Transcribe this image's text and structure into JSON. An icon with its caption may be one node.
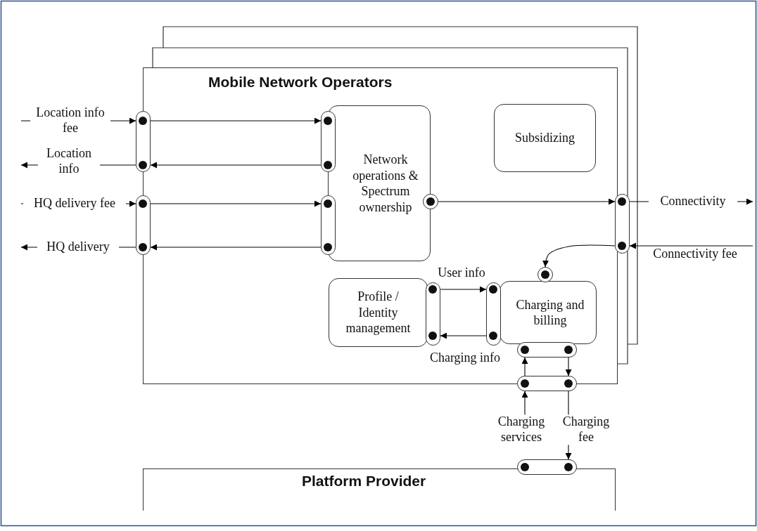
{
  "diagram": {
    "nodes": [
      {
        "text": [
          "Mobile Network Operators"
        ]
      },
      {
        "text": [
          "Network operations & Spectrum ownership"
        ],
        "in": 0
      },
      {
        "text": [
          "Subsidizing"
        ],
        "in": 0
      },
      {
        "text": [
          "Profile / Identity management"
        ],
        "in": 0
      },
      {
        "text": [
          "Charging and billing"
        ],
        "in": 0
      },
      {
        "text": [],
        "shape": "bar"
      },
      {
        "text": [],
        "shape": "bar"
      },
      {
        "text": [],
        "shape": "bar",
        "in": 0
      },
      {
        "text": [],
        "shape": "bar",
        "in": 0
      },
      {
        "text": [],
        "shape": "circle",
        "in": 0
      },
      {
        "text": [],
        "shape": "bar"
      },
      {
        "text": [],
        "shape": "circle",
        "in": 0
      },
      {
        "text": [],
        "shape": "bar",
        "in": 0
      },
      {
        "text": [],
        "shape": "bar",
        "in": 0
      },
      {
        "text": [],
        "shape": "bar",
        "in": 0
      },
      {
        "text": [],
        "shape": "bar"
      },
      {
        "text": [
          "Platform Provider"
        ]
      },
      {
        "text": [],
        "shape": "bar"
      }
    ],
    "edges": [
      {
        "from": null,
        "to": 5,
        "arrow": "to",
        "label": "Location info fee"
      },
      {
        "from": 5,
        "to": 7,
        "arrow": "to"
      },
      {
        "from": 7,
        "to": 5,
        "arrow": "to"
      },
      {
        "from": 5,
        "to": null,
        "arrow": "to",
        "label": "Location info"
      },
      {
        "from": null,
        "to": 6,
        "arrow": "to",
        "label": "HQ delivery fee"
      },
      {
        "from": 6,
        "to": 8,
        "arrow": "to"
      },
      {
        "from": 8,
        "to": 6,
        "arrow": "to"
      },
      {
        "from": 6,
        "to": null,
        "arrow": "to",
        "label": "HQ delivery"
      },
      {
        "from": 9,
        "to": 10,
        "arrow": "to"
      },
      {
        "from": 10,
        "to": null,
        "arrow": "to",
        "label": "Connectivity"
      },
      {
        "from": null,
        "to": 10,
        "arrow": "to",
        "label": "Connectivity fee"
      },
      {
        "from": 10,
        "to": 11,
        "arrow": "to"
      },
      {
        "from": 12,
        "to": 13,
        "arrow": "to",
        "label": "User info"
      },
      {
        "from": 13,
        "to": 12,
        "arrow": "to",
        "label": "Charging info"
      },
      {
        "from": null,
        "to": 15,
        "arrow": "to",
        "label": "Charging services"
      },
      {
        "from": 15,
        "to": 14,
        "arrow": "to"
      },
      {
        "from": 14,
        "to": 15,
        "arrow": "to"
      },
      {
        "from": 15,
        "to": null,
        "arrow": "none",
        "label": "Charging fee"
      },
      {
        "from": null,
        "to": 17,
        "arrow": "to"
      }
    ]
  }
}
